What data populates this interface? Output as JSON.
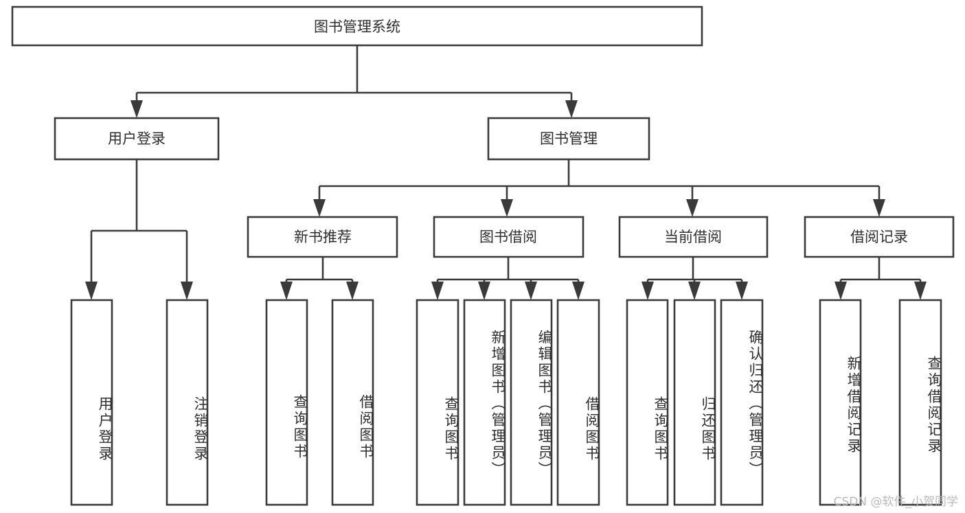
{
  "diagram": {
    "title": "图书管理系统",
    "watermark": "CSDN @软件_小贺同学",
    "colors": {
      "stroke": "#3a3a3a",
      "text": "#2e2e2e",
      "background": "#ffffff",
      "watermark": "#b9b9b9"
    },
    "root": {
      "label": "图书管理系统"
    },
    "level2": [
      {
        "label": "用户登录"
      },
      {
        "label": "图书管理"
      }
    ],
    "level3": [
      {
        "label": "新书推荐"
      },
      {
        "label": "图书借阅"
      },
      {
        "label": "当前借阅"
      },
      {
        "label": "借阅记录"
      }
    ],
    "leaves": [
      {
        "label": "用户登录",
        "parent": "用户登录"
      },
      {
        "label": "注销登录",
        "parent": "用户登录"
      },
      {
        "label": "查询图书",
        "parent": "新书推荐"
      },
      {
        "label": "借阅图书",
        "parent": "新书推荐"
      },
      {
        "label": "查询图书",
        "parent": "图书借阅"
      },
      {
        "label": "新增图书（管理员）",
        "parent": "图书借阅"
      },
      {
        "label": "编辑图书（管理员）",
        "parent": "图书借阅"
      },
      {
        "label": "借阅图书",
        "parent": "图书借阅"
      },
      {
        "label": "查询图书",
        "parent": "当前借阅"
      },
      {
        "label": "归还图书",
        "parent": "当前借阅"
      },
      {
        "label": "确认归还（管理员）",
        "parent": "当前借阅"
      },
      {
        "label": "新增借阅记录",
        "parent": "借阅记录"
      },
      {
        "label": "查询借阅记录",
        "parent": "借阅记录"
      }
    ]
  }
}
